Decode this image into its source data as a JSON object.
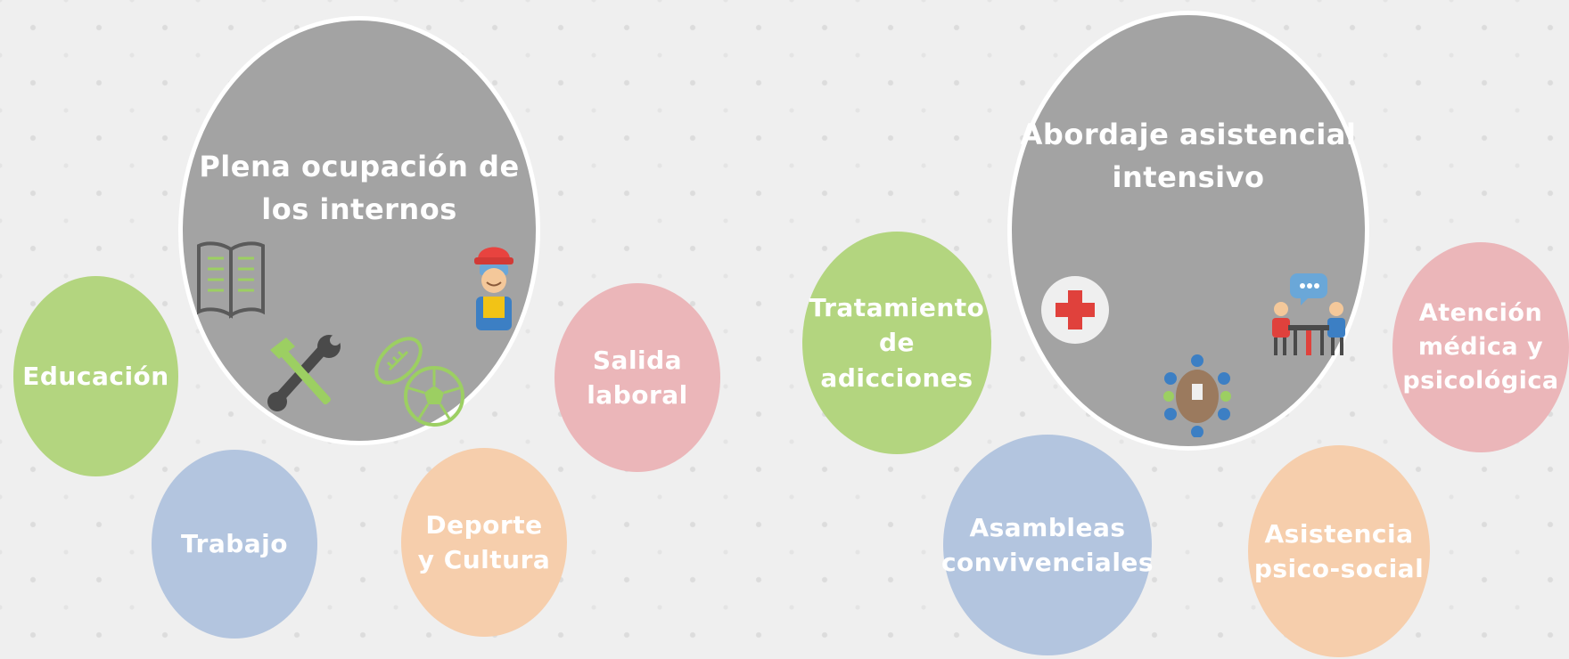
{
  "left_group": {
    "title": "Plena ocupación\nde los internos",
    "items": [
      "Educación",
      "Trabajo",
      "Deporte\ny Cultura",
      "Salida\nlaboral"
    ]
  },
  "right_group": {
    "title": "Abordaje\nasistencial\nintensivo",
    "items": [
      "Tratamiento\nde adicciones",
      "Asambleas\nconvivenciales",
      "Asistencia\npsico-social",
      "Atención\nmédica y\npsicológica"
    ]
  },
  "colors": {
    "hub": "#a3a3a3",
    "green": "#b3d57f",
    "blue": "#b3c5df",
    "orange": "#f6ceac",
    "pink": "#ebb6b9"
  },
  "icons": [
    "book-icon",
    "worker-icon",
    "tools-icon",
    "sports-balls-icon",
    "medical-cross-icon",
    "meeting-icon",
    "group-table-icon"
  ]
}
